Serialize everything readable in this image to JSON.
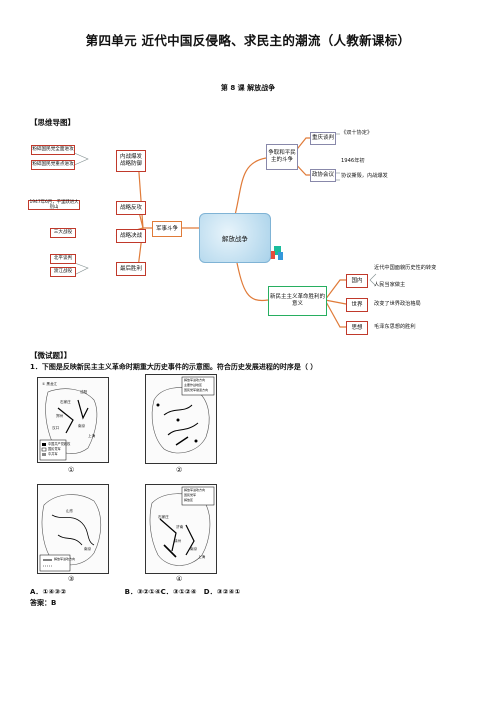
{
  "doc": {
    "title": "第四单元  近代中国反侵略、求民主的潮流（人教新课标）",
    "lesson": "第 8 课    解放战争"
  },
  "mindmap": {
    "heading": "【思维导图】",
    "center": "解放战争",
    "struggle": "争取和平民主的斗争",
    "chongqing": "重庆谈判",
    "chongqing_note": "《双十协定》",
    "pcc": "政协会议",
    "pcc_year": "1946年初",
    "pcc_note": "协议撕毁，内战爆发",
    "military": "军事斗争",
    "civil_war": "内战爆发 战略防御",
    "civil_war_note1": "粉碎国民党全面进攻",
    "civil_war_note2": "粉碎国民党重点进攻",
    "counter": "战略反攻",
    "counter_note": "1947年6月，千里跃进大别山",
    "decisive": "战略决战",
    "decisive_note": "三大战役",
    "final": "最后胜利",
    "final_note1": "北平谈判",
    "final_note2": "渡江战役",
    "significance": "新民主主义革命胜利的意义",
    "domestic": "国内",
    "domestic_note1": "近代中国面貌历史性的转变",
    "domestic_note2": "人民当家做主",
    "world": "世界",
    "world_note": "改变了世界政治格局",
    "thought": "思想",
    "thought_note": "毛泽东思想的胜利"
  },
  "quiz": {
    "heading": "【微试题】】",
    "question": "1．下图是反映新民主主义革命时期重大历史事件的示意图。符合历史发展进程的时序是（      ）",
    "map_labels": [
      "①",
      "②",
      "③",
      "④"
    ],
    "map1_text": [
      "① 黑龙江",
      "沈阳",
      "石家庄",
      "郑州",
      "汉口",
      "南京",
      "上海"
    ],
    "map1_legend": [
      "中国共产党政权",
      "国民党军",
      "中共军"
    ],
    "map2_legend": [
      "解放军进攻方向",
      "主要作战地区",
      "国民党军撤退方向"
    ],
    "map3_text": [
      "山东",
      "南京"
    ],
    "map3_legend": [
      "解放军进攻方向"
    ],
    "map4_legend": [
      "解放军进攻方向",
      "国民党军",
      "解放区"
    ],
    "map4_text": [
      "石家庄",
      "济南",
      "徐州",
      "南京",
      "上海"
    ],
    "options": "A．①④③②                        B．③②①④C．③①②④   D．③②④①",
    "answer": "答案：B"
  },
  "colors": {
    "accent_line": "#e07b39",
    "box_border": "#c0392b",
    "center_fill": "#a9d2ea"
  }
}
